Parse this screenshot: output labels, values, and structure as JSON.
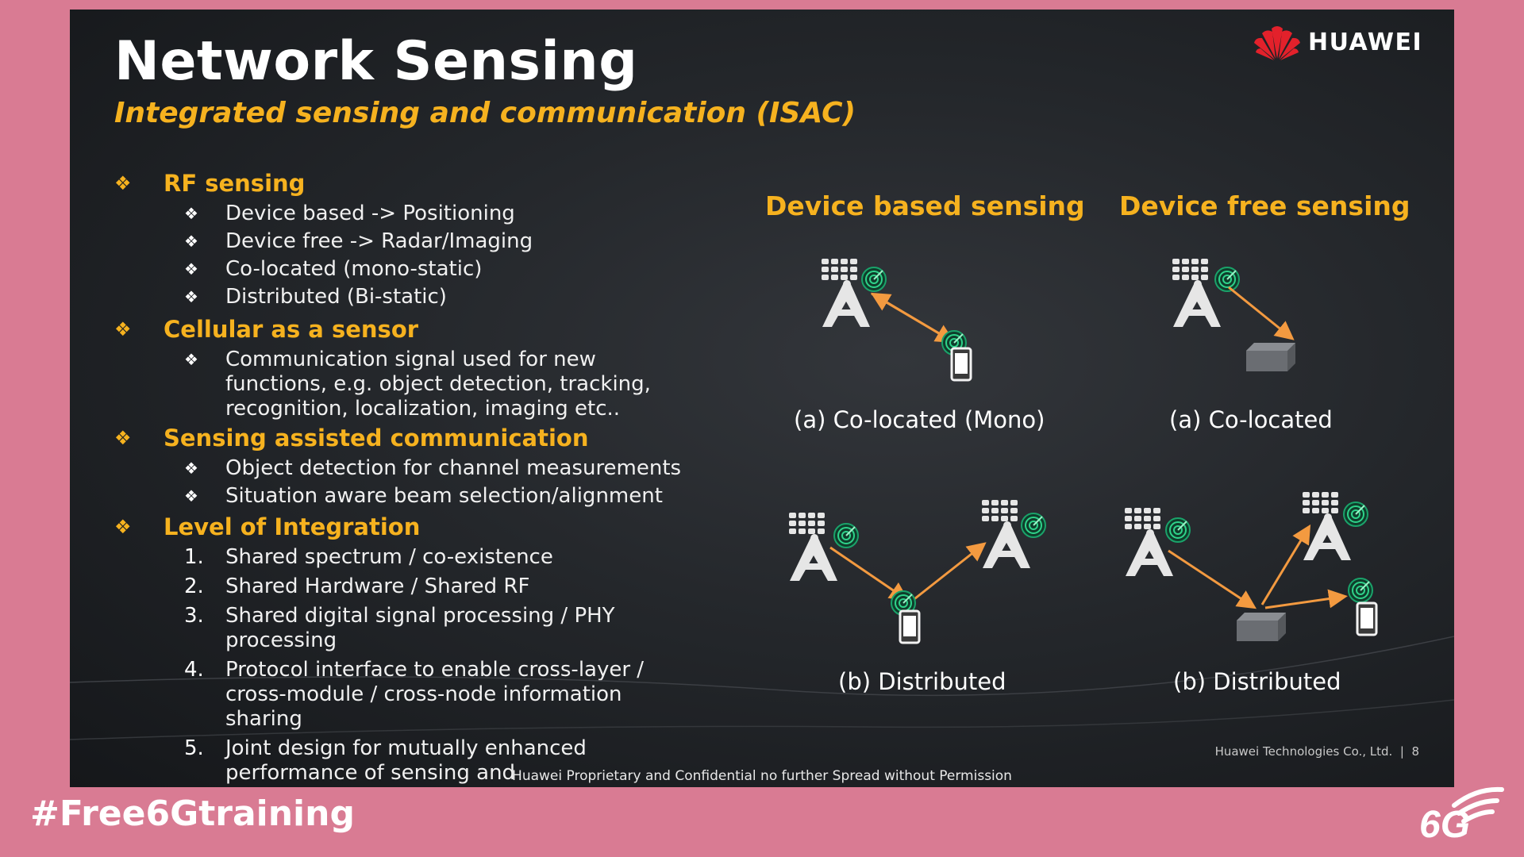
{
  "slide": {
    "title": "Network Sensing",
    "subtitle": "Integrated sensing and communication (ISAC)",
    "brand": "HUAWEI",
    "sections": [
      {
        "heading": "RF sensing",
        "items": [
          "Device based -> Positioning",
          "Device free -> Radar/Imaging",
          "Co-located (mono-static)",
          "Distributed (Bi-static)"
        ]
      },
      {
        "heading": "Cellular as a sensor",
        "items": [
          "Communication signal used for new functions, e.g. object detection, tracking, recognition, localization, imaging etc.."
        ]
      },
      {
        "heading": "Sensing assisted communication",
        "items": [
          "Object detection for channel measurements",
          "Situation aware beam selection/alignment"
        ]
      },
      {
        "heading": "Level of Integration",
        "numbered": [
          {
            "num": "1.",
            "text": "Shared spectrum / co-existence"
          },
          {
            "num": "2.",
            "text": "Shared Hardware / Shared RF"
          },
          {
            "num": "3.",
            "text": "Shared digital signal processing / PHY processing"
          },
          {
            "num": "4.",
            "text": "Protocol interface to enable cross-layer / cross-module / cross-node information sharing"
          },
          {
            "num": "5.",
            "text": "Joint design for mutually enhanced performance of sensing and communication"
          }
        ]
      }
    ],
    "diagrams": {
      "device_based_title": "Device based sensing",
      "device_free_title": "Device free sensing",
      "caption_based_colocated": "(a) Co-located (Mono)",
      "caption_free_colocated": "(a) Co-located",
      "caption_based_distributed": "(b) Distributed",
      "caption_free_distributed": "(b) Distributed"
    },
    "footer_right": "Huawei Technologies Co., Ltd.  |  8",
    "footer_center": "Huawei Proprietary and Confidential no further Spread without Permission"
  },
  "hashtag": "#Free6Gtraining",
  "logo_6g": "6G",
  "colors": {
    "accent": "#f6b21f",
    "frame": "#d97b93",
    "arrow": "#f39a40",
    "signal": "#1aa36a"
  }
}
